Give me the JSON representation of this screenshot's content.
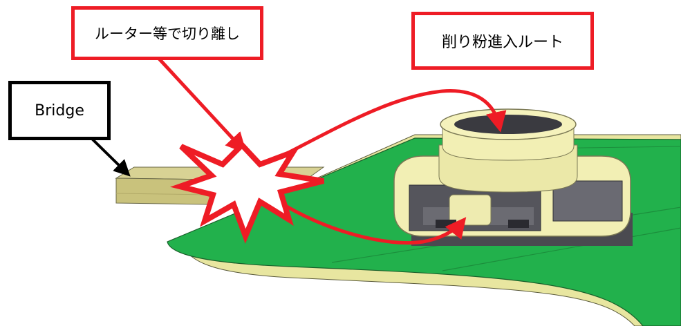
{
  "callouts": {
    "cut": "ルーター等で切り離し",
    "chip_route": "削り粉進入ルート",
    "bridge": "Bridge"
  },
  "colors": {
    "pcb_green": "#22b14c",
    "board_edge": "#e8e6a0",
    "bridge_tan": "#c9c27c",
    "connector_yellow": "#f2efb4",
    "accent_red": "#ee1c25",
    "bridge_border": "#000000"
  },
  "icons": [
    "burst-icon",
    "arrow-icon"
  ]
}
